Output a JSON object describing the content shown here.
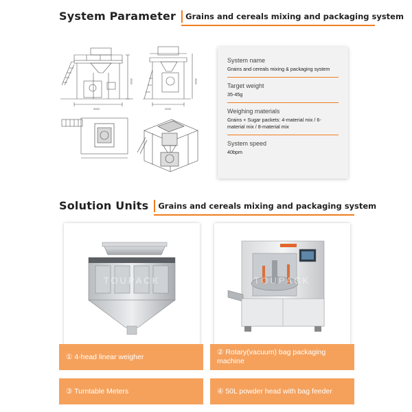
{
  "system_parameter": {
    "title": "System Parameter",
    "subtitle": "Grains and cereals mixing and packaging system",
    "drawing_dims": {
      "front_width": "3000",
      "front_height": "3500",
      "side_width": "2000",
      "side_height": "3500"
    },
    "params": [
      {
        "label": "System name",
        "value": "Grains and cereals mixing & packaging system"
      },
      {
        "label": "Target weight",
        "value": "35-45g"
      },
      {
        "label": "Weighing materials",
        "value": "Grains + Sugar packets: 4-material mix / 6-material mix / 8-material mix"
      },
      {
        "label": "System speed",
        "value": "40bpm"
      }
    ]
  },
  "solution_units": {
    "title": "Solution Units",
    "subtitle": "Grains and cereals mixing and packaging system",
    "watermark": "TOUPACK",
    "items": [
      {
        "label": "① 4-head linear weigher"
      },
      {
        "label": "② Rotary(vacuum) bag packaging machine"
      },
      {
        "label": "③ Turntable Meters"
      },
      {
        "label": "④ 50L powder head with bag feeder"
      }
    ]
  },
  "colors": {
    "accent": "#f07c1e",
    "label_bg": "#f5a15c",
    "card_bg": "#f2f2f2"
  }
}
